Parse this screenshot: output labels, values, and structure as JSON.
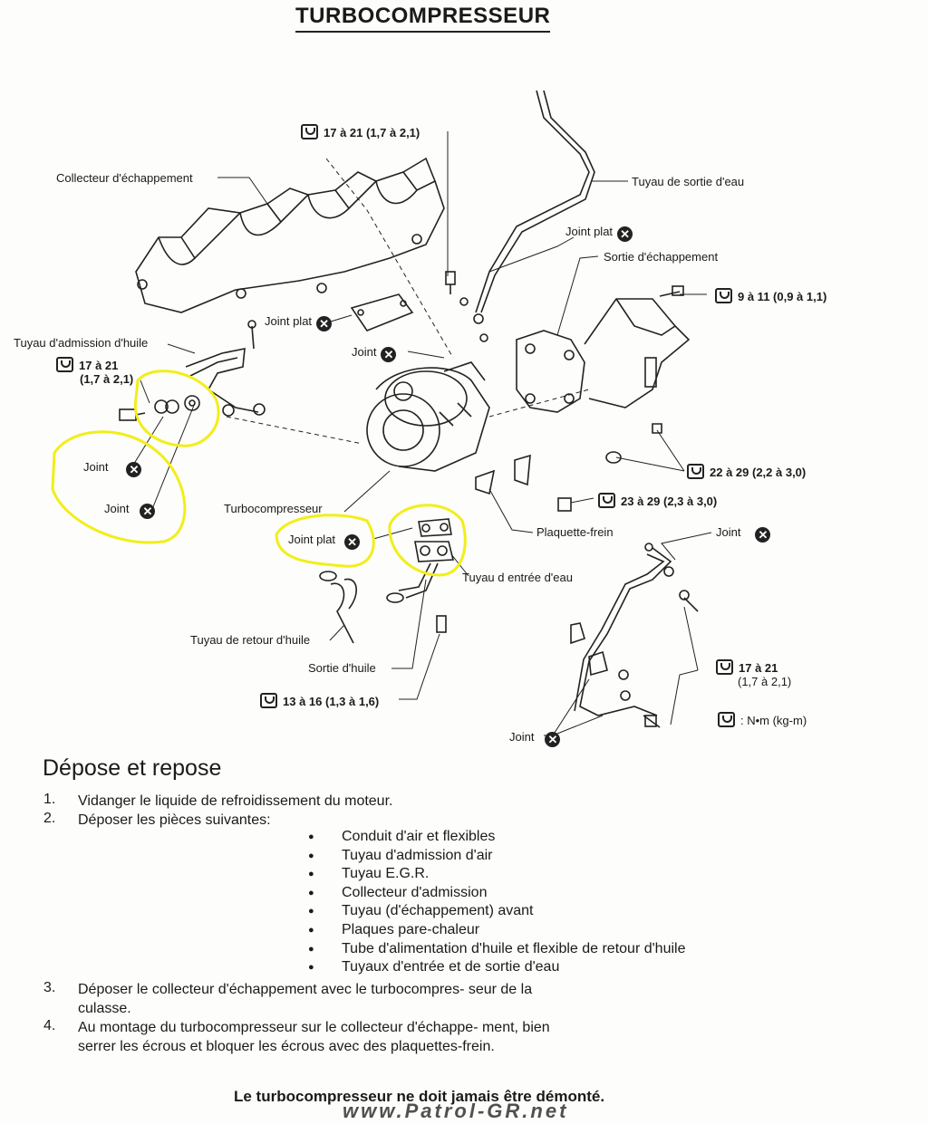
{
  "title": "TURBOCOMPRESSEUR",
  "labels": {
    "collecteur_echappement": "Collecteur d'échappement",
    "tuyau_sortie_eau": "Tuyau de sortie d'eau",
    "joint_plat_1": "Joint plat",
    "sortie_echappement": "Sortie d'échappement",
    "joint_plat_2": "Joint plat",
    "joint_1": "Joint",
    "tuyau_admission_huile": "Tuyau d'admission d'huile",
    "joint_2": "Joint",
    "joint_3": "Joint",
    "turbocompresseur": "Turbocompresseur",
    "joint_plat_3": "Joint plat",
    "plaquette_frein": "Plaquette-frein",
    "joint_4": "Joint",
    "tuyau_entree_eau": "Tuyau d entrée d'eau",
    "tuyau_retour_huile": "Tuyau de retour d'huile",
    "sortie_huile": "Sortie d'huile",
    "joint_5": "Joint"
  },
  "torques": {
    "t1": "17 à 21 (1,7 à 2,1)",
    "t2": "9 à 11 (0,9 à 1,1)",
    "t3a": "17 à 21",
    "t3b": "(1,7 à 2,1)",
    "t4": "22 à 29 (2,2 à 3,0)",
    "t5": "23 à 29 (2,3 à 3,0)",
    "t6": "13 à 16 (1,3 à 1,6)",
    "t7a": "17 à 21",
    "t7b": "(1,7 à 2,1)",
    "unit": ": N•m (kg-m)"
  },
  "joint_symbol": "✕",
  "section": {
    "heading": "Dépose et repose",
    "steps": [
      {
        "n": "1.",
        "text": "Vidanger le liquide de refroidissement du moteur."
      },
      {
        "n": "2.",
        "text": "Déposer les pièces suivantes:"
      },
      {
        "n": "3.",
        "text": "Déposer le collecteur d'échappement avec le turbocompres- seur de la culasse."
      },
      {
        "n": "4.",
        "text": "Au montage du turbocompresseur sur le collecteur d'échappe- ment, bien serrer les écrous et bloquer les écrous avec des plaquettes-frein."
      }
    ],
    "bullets": [
      "Conduit d'air et flexibles",
      "Tuyau d'admission d'air",
      "Tuyau E.G.R.",
      "Collecteur d'admission",
      "Tuyau (d'échappement) avant",
      "Plaques pare-chaleur",
      "Tube d'alimentation d'huile et flexible de retour d'huile",
      "Tuyaux d'entrée et de sortie d'eau"
    ]
  },
  "footer": "Le turbocompresseur ne doit jamais être démonté.",
  "watermark": "www.Patrol-GR.net",
  "highlight_color": "#f2ee1a"
}
